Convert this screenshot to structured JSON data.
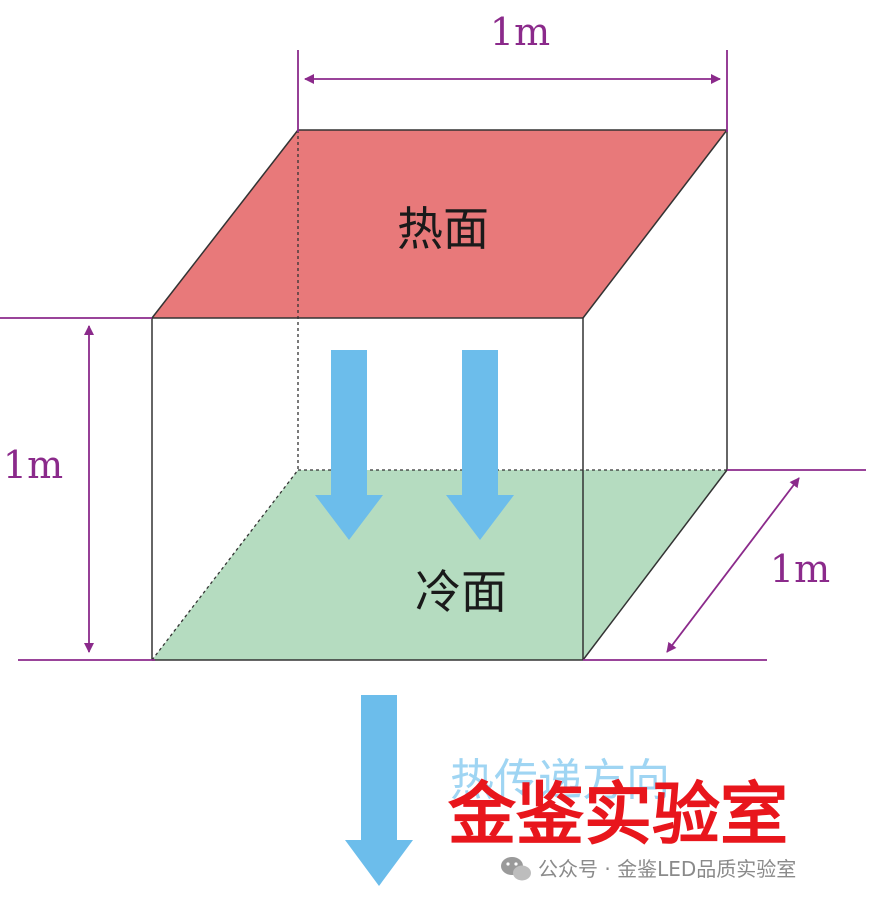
{
  "labels": {
    "top_width": "1m",
    "left_height": "1m",
    "right_depth": "1m",
    "hot_face": "热面",
    "cold_face": "冷面",
    "heat_direction": "热传递方向",
    "watermark": "金鉴实验室",
    "footer": "公众号 · 金鉴LED品质实验室"
  },
  "colors": {
    "hot_face": "#E8797A",
    "cold_face": "#B5DCC0",
    "arrow": "#6CBDEB",
    "dimension": "#8B2A8B",
    "edge": "#333333",
    "watermark": "#E8161C",
    "heat_direction_text": "#7FC7EF",
    "footer": "#8A8A8A"
  },
  "icons": {
    "footer_icon": "wechat-icon"
  }
}
